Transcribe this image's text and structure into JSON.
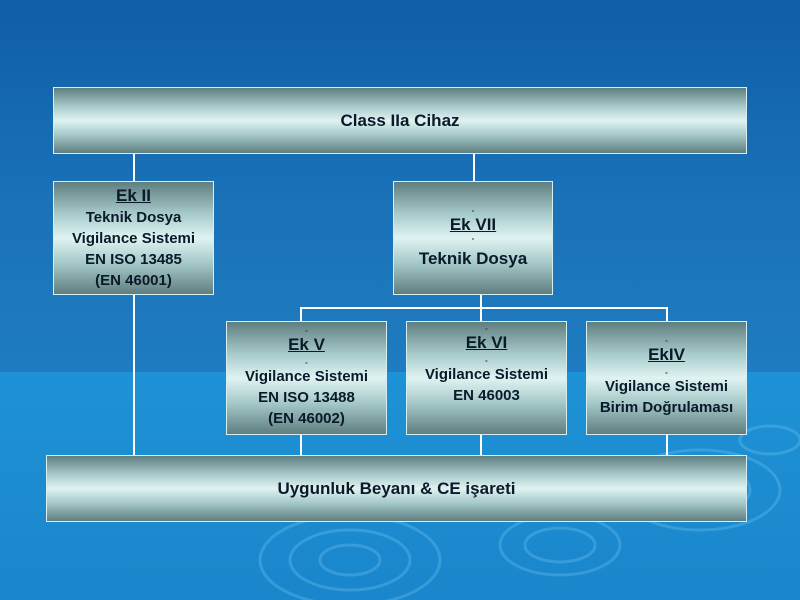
{
  "root": {
    "label": "Class IIa Cihaz"
  },
  "ek2": {
    "title": "Ek II",
    "lines": [
      "Teknik Dosya",
      "Vigilance Sistemi",
      "EN ISO 13485",
      "(EN 46001)"
    ]
  },
  "ek7": {
    "dash": "-",
    "title": "Ek VII",
    "dash2": "-",
    "line": "Teknik Dosya"
  },
  "ek5": {
    "dash": "-",
    "title": "Ek V",
    "dash2": "-",
    "lines": [
      "Vigilance Sistemi",
      "EN ISO 13488",
      "(EN 46002)"
    ]
  },
  "ek6": {
    "dash": "-",
    "title": "Ek VI",
    "dash2": "-",
    "lines": [
      "Vigilance Sistemi",
      "EN 46003"
    ]
  },
  "ek4": {
    "dash": "-",
    "title": "EkIV",
    "dash2": "-",
    "lines": [
      "Vigilance Sistemi",
      "Birim Doğrulaması"
    ]
  },
  "bottom": {
    "label": "Uygunluk Beyanı & CE işareti"
  }
}
